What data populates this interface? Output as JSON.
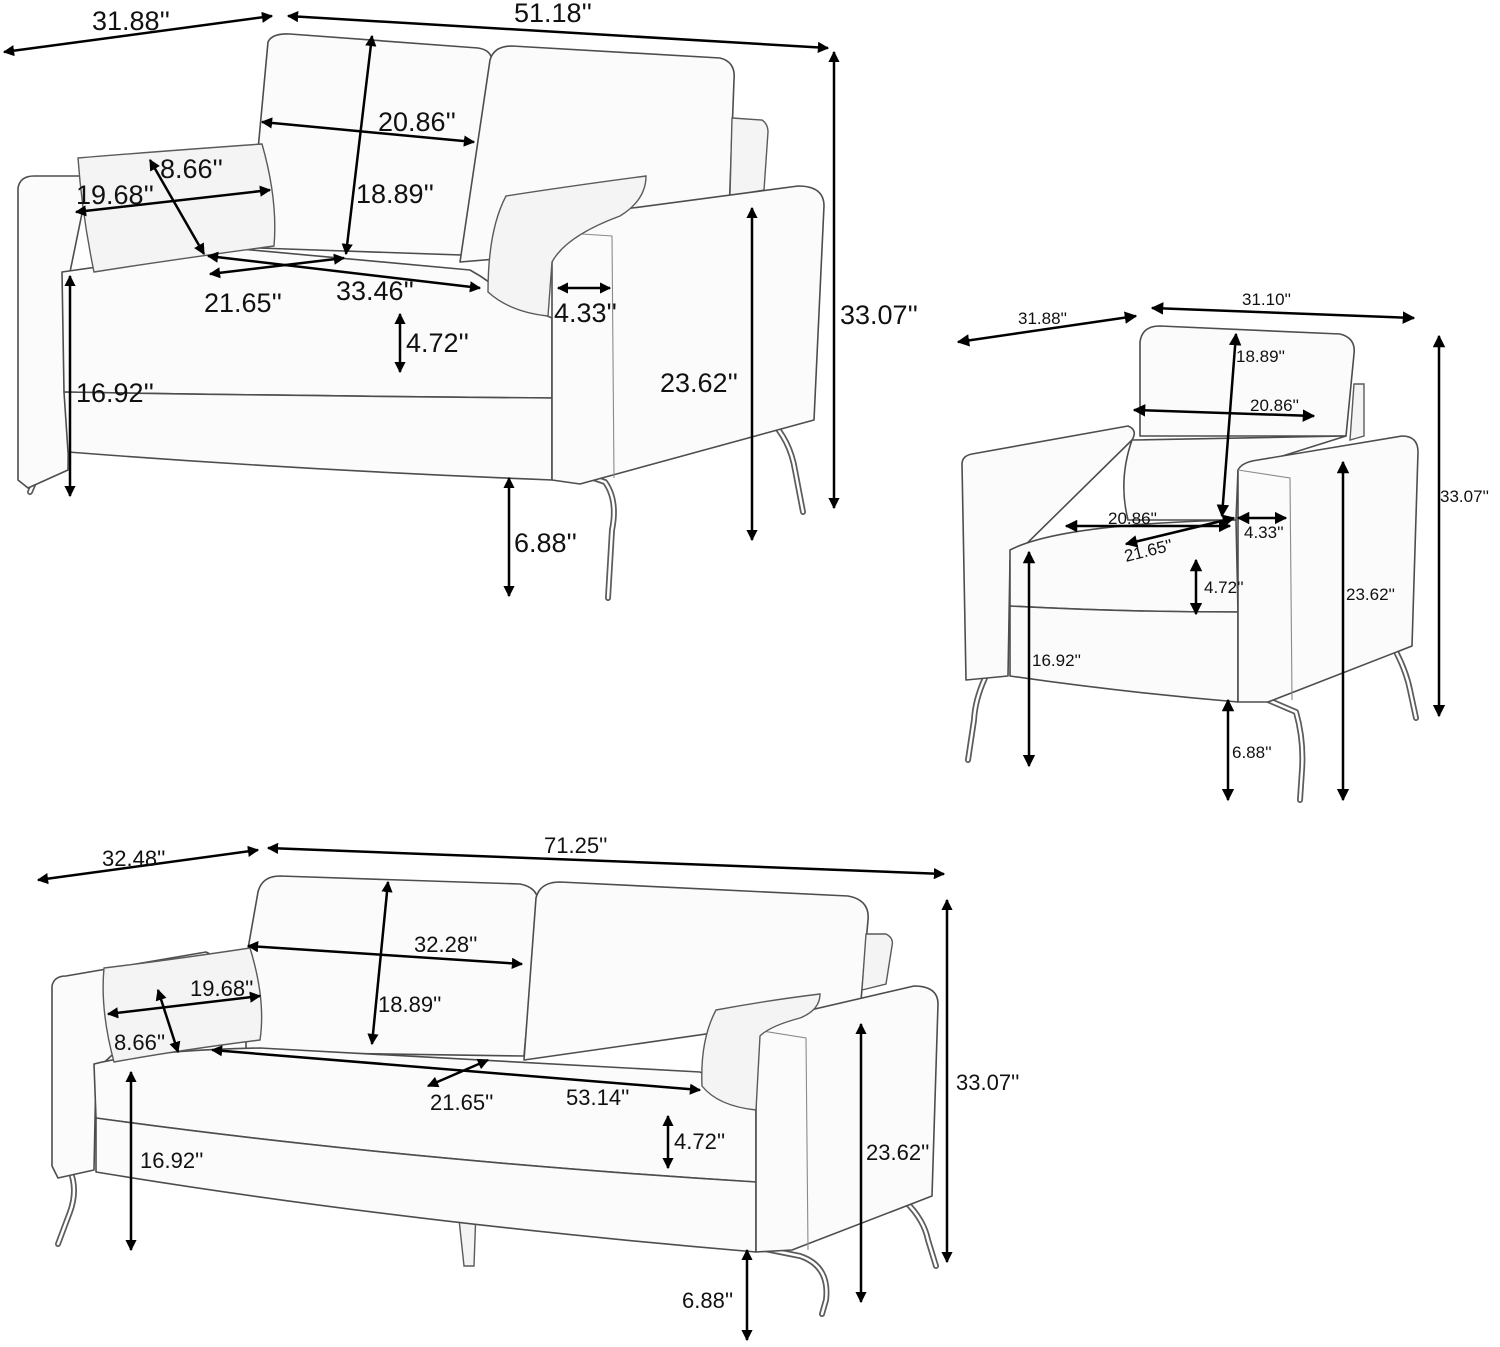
{
  "loveseat": {
    "depth": "31.88''",
    "width": "51.18''",
    "height": "33.07''",
    "back_cushion_width": "20.86''",
    "back_cushion_height": "18.89''",
    "pillow_width": "19.68''",
    "pillow_height": "8.66''",
    "seat_depth": "21.65''",
    "seat_width": "33.46''",
    "arm_width": "4.33''",
    "seat_cushion_thickness": "4.72''",
    "seat_height": "16.92''",
    "arm_height": "23.62''",
    "leg_height": "6.88''"
  },
  "armchair": {
    "depth": "31.88''",
    "width": "31.10''",
    "height": "33.07''",
    "back_cushion_height": "18.89''",
    "back_cushion_width": "20.86''",
    "seat_width": "20.86''",
    "seat_depth": "21.65''",
    "arm_width": "4.33''",
    "seat_cushion_thickness": "4.72''",
    "seat_height": "16.92''",
    "arm_height": "23.62''",
    "leg_height": "6.88''"
  },
  "sofa": {
    "depth": "32.48''",
    "width": "71.25''",
    "height": "33.07''",
    "back_cushion_width": "32.28''",
    "back_cushion_height": "18.89''",
    "pillow_width": "19.68''",
    "pillow_height": "8.66''",
    "seat_depth": "21.65''",
    "seat_width": "53.14''",
    "seat_cushion_thickness": "4.72''",
    "seat_height": "16.92''",
    "arm_height": "23.62''",
    "leg_height": "6.88''"
  },
  "colors": {
    "upholstery": "#fbfbfb",
    "outline": "#4d4d4d",
    "dimension_lines": "#000000",
    "legs": "#5c5c5c"
  }
}
